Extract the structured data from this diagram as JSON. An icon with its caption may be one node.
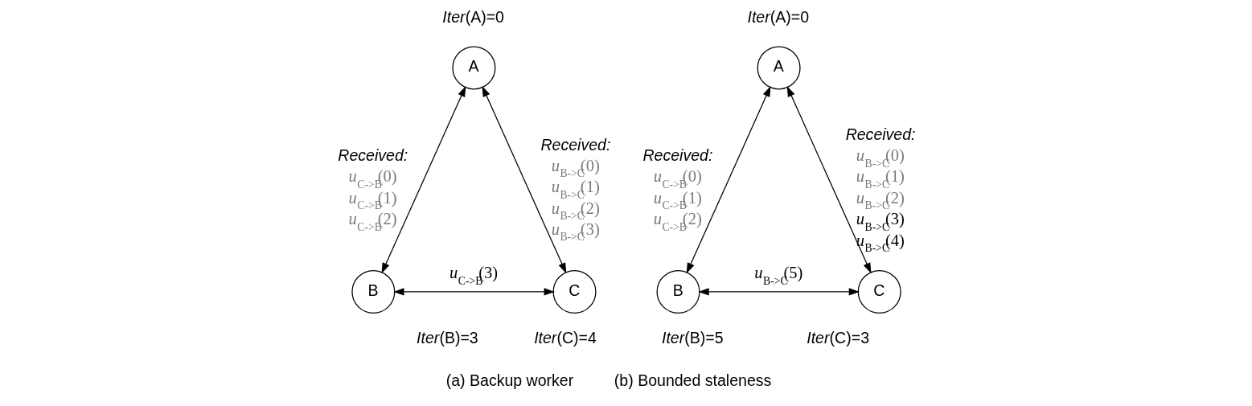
{
  "diagram": {
    "nodes": [
      {
        "text": [
          "A"
        ],
        "beside": [
          "*Iter*(A)=0"
        ]
      },
      {
        "text": [
          "B"
        ],
        "beside": [
          "*Iter*(B)=3",
          "Received:",
          "*u*$_{C->B}$(0)",
          "*u*$_{C->B}$(1)",
          "*u*$_{C->B}$(2)"
        ]
      },
      {
        "text": [
          "C"
        ],
        "beside": [
          "*Iter*(C)=4",
          "Received:",
          "*u*$_{B->C}$(0)",
          "*u*$_{B->C}$(1)",
          "*u*$_{B->C}$(2)",
          "*u*$_{B->C}$(3)"
        ]
      },
      {
        "text": [
          "A"
        ],
        "beside": [
          "*Iter*(A)=0"
        ]
      },
      {
        "text": [
          "B"
        ],
        "beside": [
          "*Iter*(B)=5",
          "Received:",
          "*u*$_{C->B}$(0)",
          "*u*$_{C->B}$(1)",
          "*u*$_{C->B}$(2)"
        ]
      },
      {
        "text": [
          "C"
        ],
        "beside": [
          "*Iter*(C)=3",
          "Received:",
          "*u*$_{B->C}$(0)",
          "*u*$_{B->C}$(1)",
          "*u*$_{B->C}$(2)",
          "*u*$_{B->C}$(3)",
          "*u*$_{B->C}$(4)"
        ]
      }
    ],
    "edges": [
      {
        "from": 0,
        "to": 1,
        "arrow": "both"
      },
      {
        "from": 0,
        "to": 2,
        "arrow": "both"
      },
      {
        "from": 1,
        "to": 2,
        "arrow": "both",
        "label": "*u*$_{C->B}$(3)"
      },
      {
        "from": 3,
        "to": 4,
        "arrow": "both"
      },
      {
        "from": 3,
        "to": 5,
        "arrow": "both"
      },
      {
        "from": 4,
        "to": 5,
        "arrow": "both",
        "label": "*u*$_{B->C}$(5)"
      }
    ],
    "labels": [
      "(a) Backup worker",
      "(b) Bounded staleness"
    ]
  }
}
